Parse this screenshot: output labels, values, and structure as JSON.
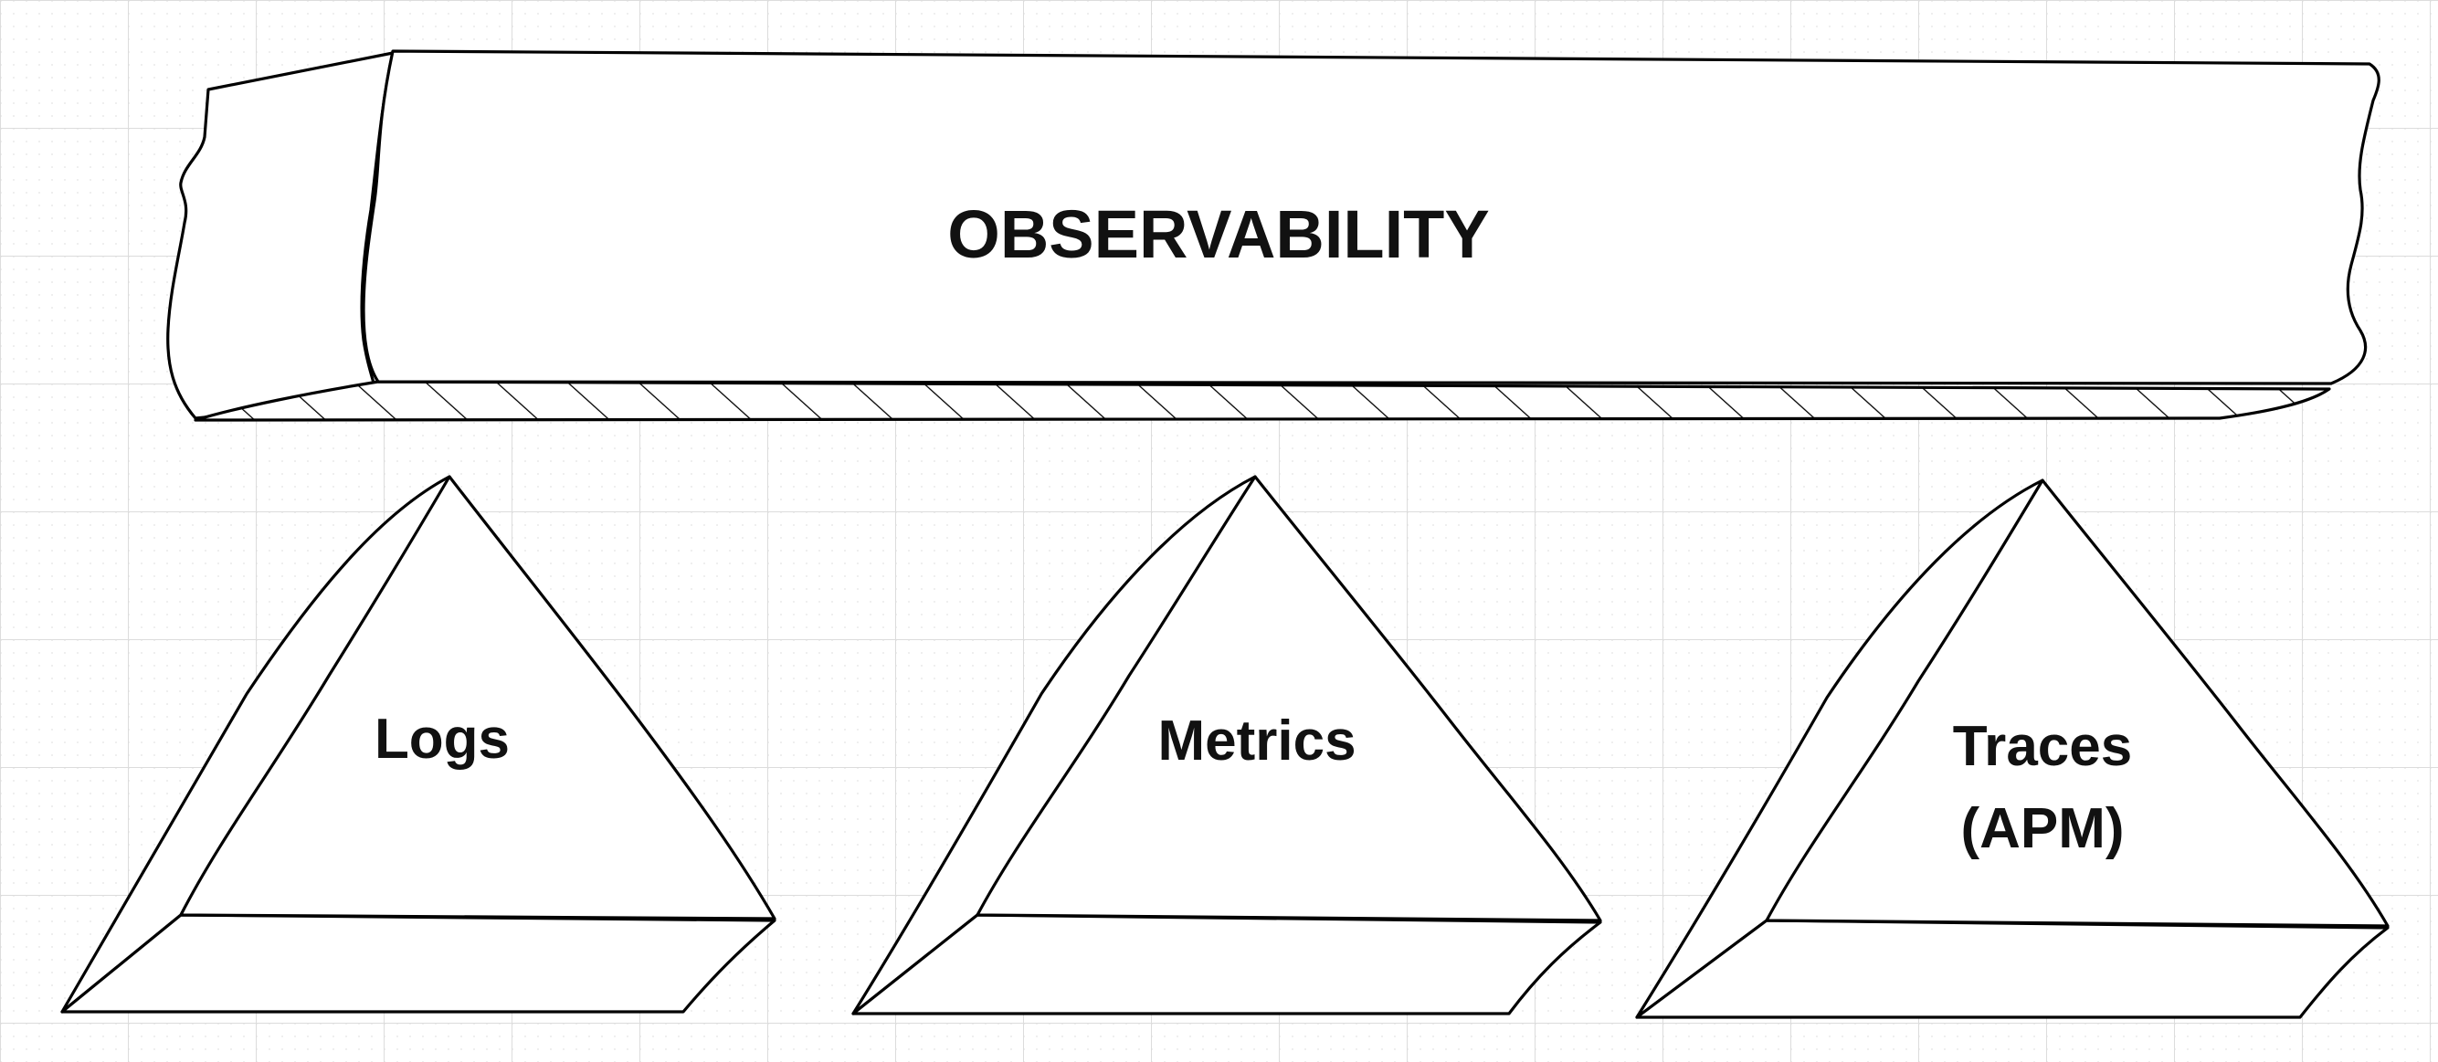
{
  "diagram": {
    "beam": {
      "label": "OBSERVABILITY"
    },
    "pillars": [
      {
        "lines": [
          "Logs"
        ]
      },
      {
        "lines": [
          "Metrics"
        ]
      },
      {
        "lines": [
          "Traces",
          "(APM)"
        ]
      }
    ]
  },
  "colors": {
    "paper": "#ffffff",
    "grid_major": "#d9d9d9",
    "grid_minor": "#ececec",
    "ink": "#000000"
  }
}
